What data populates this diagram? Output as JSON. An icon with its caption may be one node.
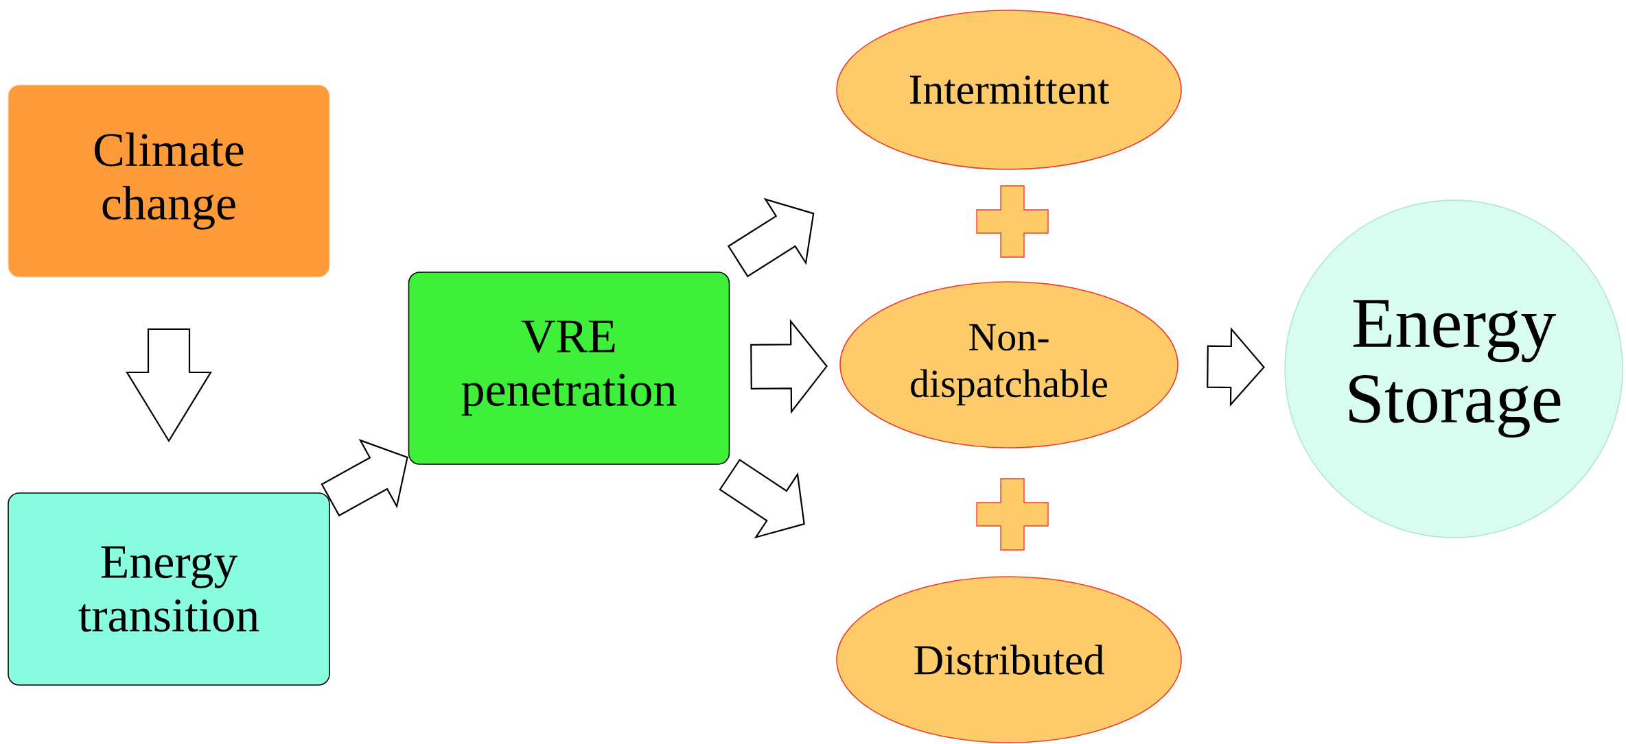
{
  "diagram": {
    "nodes": [
      {
        "text": [
          "Climate change"
        ]
      },
      {
        "text": [
          "Energy transition"
        ]
      },
      {
        "text": [
          "VRE penetration"
        ]
      },
      {
        "text": [
          "Intermittent"
        ]
      },
      {
        "text": [
          "Non-dispatchable"
        ]
      },
      {
        "text": [
          "Distributed"
        ]
      },
      {
        "text": [
          "Energy Storage"
        ]
      },
      {
        "text": [],
        "shape": "plus"
      },
      {
        "text": [],
        "shape": "plus"
      }
    ],
    "edges": [
      {
        "from": 0,
        "to": 1,
        "arrow": "to"
      },
      {
        "from": 1,
        "to": 2,
        "arrow": "to"
      },
      {
        "from": 2,
        "to": 3,
        "arrow": "to"
      },
      {
        "from": 2,
        "to": 4,
        "arrow": "to"
      },
      {
        "from": 2,
        "to": 5,
        "arrow": "to"
      },
      {
        "from": 4,
        "to": 6,
        "arrow": "to"
      }
    ]
  }
}
